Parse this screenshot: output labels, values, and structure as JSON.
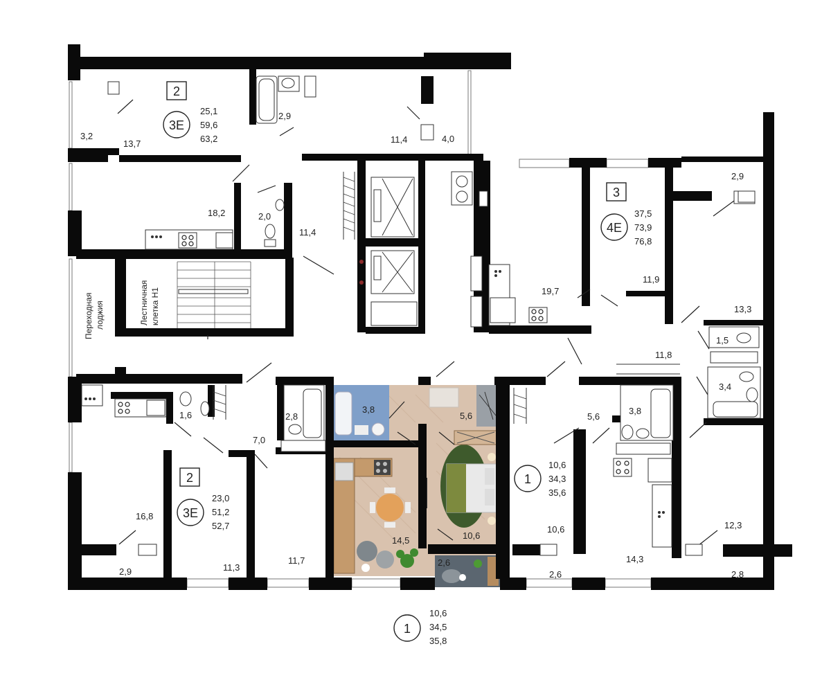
{
  "apartments": {
    "apt_top_left": {
      "rooms": "2",
      "type": "3E",
      "areas": [
        "25,1",
        "59,6",
        "63,2"
      ]
    },
    "apt_right_top": {
      "rooms": "3",
      "type": "4E",
      "areas": [
        "37,5",
        "73,9",
        "76,8"
      ]
    },
    "apt_bottom_left": {
      "rooms": "2",
      "type": "3E",
      "areas": [
        "23,0",
        "51,2",
        "52,7"
      ]
    },
    "apt_bottom_mid": {
      "rooms": "1",
      "areas": [
        "10,6",
        "34,3",
        "35,6"
      ]
    },
    "apt_highlight_legend": {
      "rooms": "1",
      "areas": [
        "10,6",
        "34,5",
        "35,8"
      ]
    }
  },
  "rooms": {
    "r_3_2": "3,2",
    "r_13_7": "13,7",
    "r_2_9_bath": "2,9",
    "r_11_4_top": "11,4",
    "r_4_0": "4,0",
    "r_18_2": "18,2",
    "r_2_0": "2,0",
    "r_11_4_hall": "11,4",
    "r_19_7": "19,7",
    "r_11_9": "11,9",
    "r_2_9_right": "2,9",
    "r_13_3": "13,3",
    "r_1_5": "1,5",
    "r_11_8": "11,8",
    "r_3_4": "3,4",
    "r_1_6": "1,6",
    "r_2_8": "2,8",
    "r_7_0": "7,0",
    "r_16_8": "16,8",
    "r_2_9_bl": "2,9",
    "r_11_3": "11,3",
    "r_11_7": "11,7",
    "r_3_8_hl": "3,8",
    "r_5_6_hl": "5,6",
    "r_14_5": "14,5",
    "r_10_6_hl": "10,6",
    "r_2_6_hl": "2,6",
    "r_5_6": "5,6",
    "r_3_8": "3,8",
    "r_10_6": "10,6",
    "r_2_6": "2,6",
    "r_14_3": "14,3",
    "r_12_3": "12,3",
    "r_2_8_br": "2,8"
  },
  "labels": {
    "stair": "Лестничная клетка Н1",
    "stair_line1": "Лестничная",
    "stair_line2": "клетка Н1",
    "loggia_line1": "Переходная",
    "loggia_line2": "лоджия"
  },
  "colors": {
    "wall": "#0a0a0a",
    "floor_wood": "#d9c2ae",
    "bath_tile": "#7f9fc9",
    "sofa_green": "#3e5a2c",
    "balcony_gray": "#5b6670"
  }
}
